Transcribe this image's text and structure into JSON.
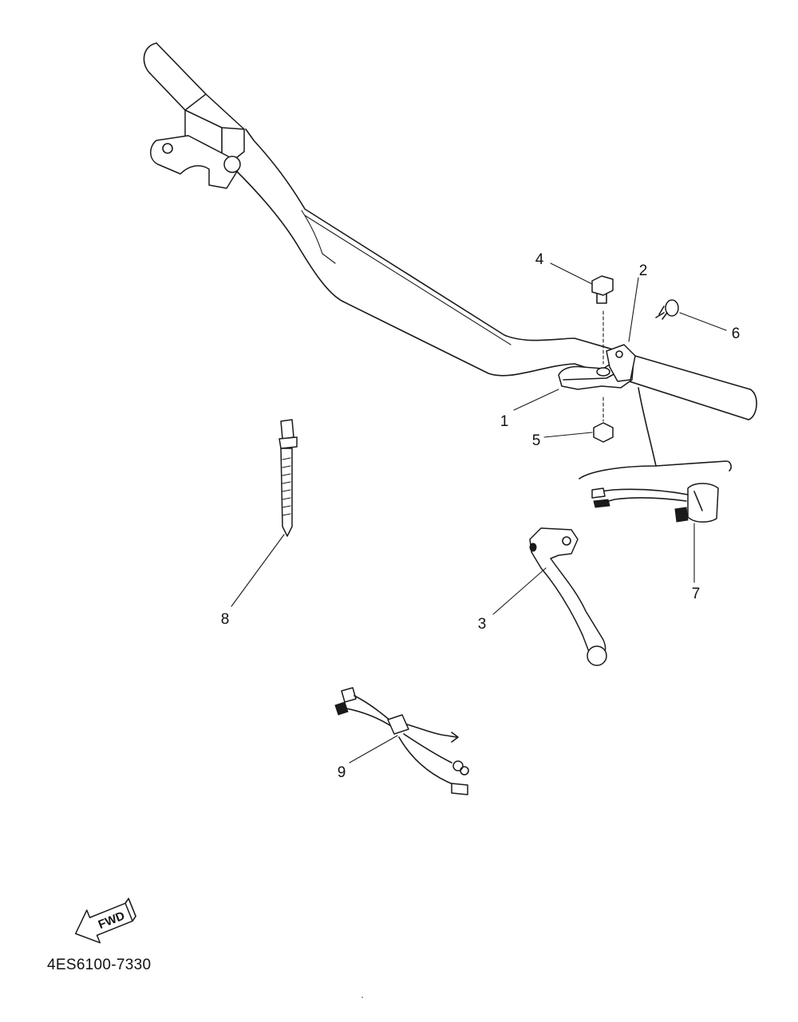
{
  "diagram": {
    "part_code": "4ES6100-7330",
    "fwd_label": "FWD",
    "callouts": [
      {
        "id": "1",
        "part": "clutch-lever-holder"
      },
      {
        "id": "2",
        "part": "lever-holder-clamp"
      },
      {
        "id": "3",
        "part": "clutch-lever"
      },
      {
        "id": "4",
        "part": "bolt"
      },
      {
        "id": "5",
        "part": "nut"
      },
      {
        "id": "6",
        "part": "screw"
      },
      {
        "id": "7",
        "part": "hot-start-switch"
      },
      {
        "id": "8",
        "part": "cable-tie"
      },
      {
        "id": "9",
        "part": "wire-harness"
      }
    ]
  }
}
